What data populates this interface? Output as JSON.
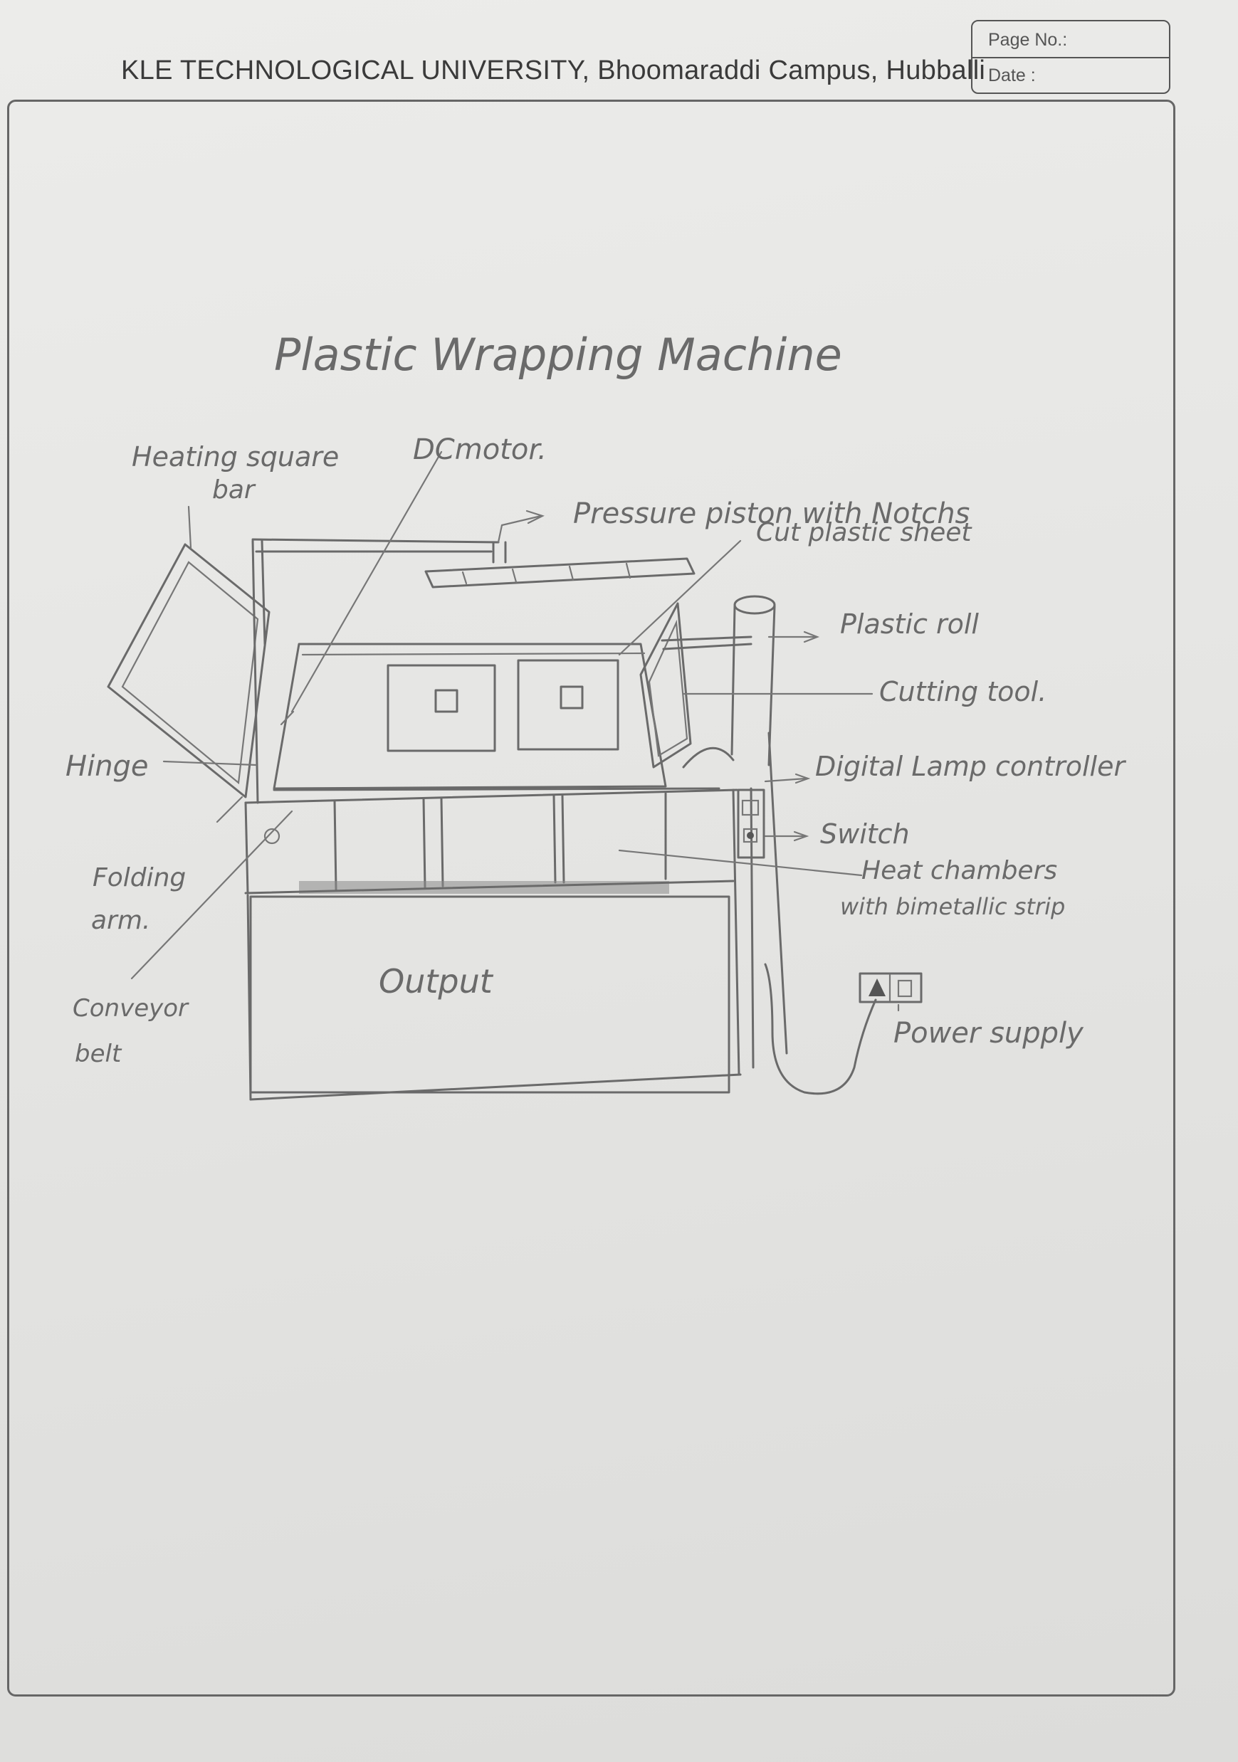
{
  "header": {
    "university": "KLE TECHNOLOGICAL UNIVERSITY, Bhoomaraddi Campus, Hubballi",
    "page_no_label": "Page No.:",
    "date_label": "Date :"
  },
  "diagram": {
    "title": "Plastic Wrapping Machine",
    "labels": {
      "heating_square": "Heating square",
      "heating_bar": "bar",
      "dc_motor": "DCmotor.",
      "pressure_piston": "Pressure piston with Notchs",
      "cut_plastic_sheet": "Cut plastic sheet",
      "plastic_roll": "Plastic roll",
      "cutting_tool": "Cutting tool.",
      "digital_lamp_controller": "Digital Lamp controller",
      "switch": "Switch",
      "heat_chambers": "Heat chambers",
      "heat_chambers_2": "with bimetallic strip",
      "hinge": "Hinge",
      "folding": "Folding",
      "arm": "arm.",
      "conveyor": "Conveyor",
      "belt": "belt",
      "output": "Output",
      "power_supply": "Power supply"
    }
  }
}
